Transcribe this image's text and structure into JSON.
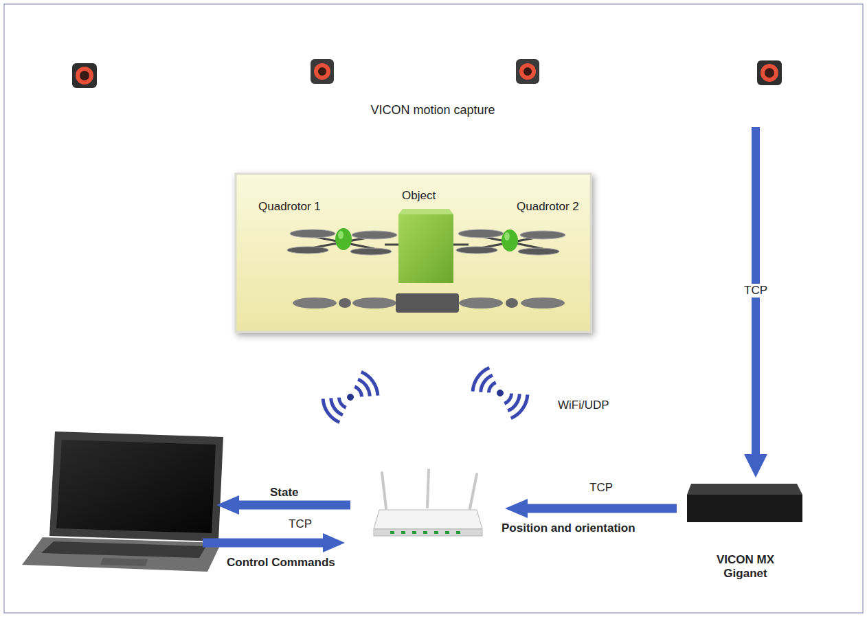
{
  "diagram": {
    "nodes": [
      {
        "text": [
          "VICON motion capture"
        ]
      },
      {
        "text": [
          "Quadrotor 1",
          "Object",
          "Quadrotor 2"
        ]
      },
      {
        "text": [
          "VICON MX Giganet"
        ]
      }
    ],
    "edges": [
      {
        "from": 0,
        "to": 2,
        "label": "TCP",
        "arrow": "to"
      }
    ],
    "labels": [
      "WiFi/UDP",
      "State",
      "TCP",
      "Control Commands",
      "TCP",
      "Position and orientation"
    ]
  }
}
